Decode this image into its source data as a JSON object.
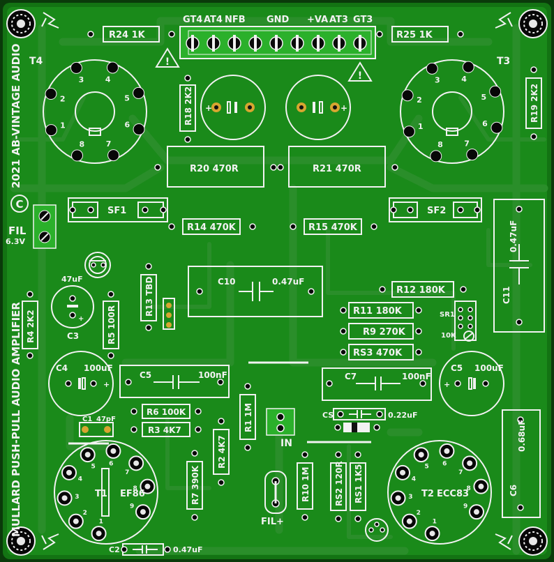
{
  "board": {
    "colors": {
      "substrate": "#137313",
      "fill": "#1a8a1a",
      "trace": "#2a8e2a",
      "silk": "#f2f2f2",
      "pad": "#070707",
      "gold": "#d7a530",
      "edge": "#0a3a0a"
    },
    "side_title": "MULLARD PUSH-PULL AUDIO AMPLIFIER",
    "side_credit": "2021 AB-VINTAGE AUDIO",
    "copyright_symbol": "C"
  },
  "connector_top": {
    "labels": [
      "GT4",
      "AT4",
      "NFB",
      "GND",
      "+VA",
      "AT3",
      "GT3"
    ]
  },
  "tubes": {
    "T4": {
      "ref": "T4",
      "pins": [
        "1",
        "2",
        "3",
        "4",
        "5",
        "6",
        "7",
        "8"
      ]
    },
    "T3": {
      "ref": "T3",
      "pins": [
        "2",
        "3",
        "4",
        "5",
        "6",
        "7",
        "8",
        "1"
      ]
    },
    "T1": {
      "ref": "T1",
      "part": "EF86",
      "pins": [
        "1",
        "2",
        "3",
        "4",
        "5",
        "6",
        "7",
        "8",
        "9"
      ]
    },
    "T2": {
      "ref": "T2",
      "part": "ECC83",
      "pins": [
        "1",
        "2",
        "3",
        "4",
        "5",
        "6",
        "7",
        "8",
        "9"
      ]
    }
  },
  "resistors": {
    "R24": "R24  1K",
    "R25": "R25  1K",
    "R18": "R18 2K2",
    "R19": "R19 2K2",
    "R20": "R20 470R",
    "R21": "R21 470R",
    "R14": "R14 470K",
    "R15": "R15 470K",
    "R13": "R13 TBD",
    "R12": "R12 180K",
    "R11": "R11 180K",
    "R9": "R9   270K",
    "RS3": "RS3 470K",
    "R4": "R4 2K2",
    "R5": "R5 100R",
    "R6": "R6   100K",
    "R3": "R3   4K7",
    "R1": "R1  1M",
    "R2": "R2  4K7",
    "R7": "R7 390K",
    "R10": "R10 1M",
    "RS2": "RS2 120R",
    "RS1": "RS1 1K5"
  },
  "fuses": {
    "SF1": "SF1",
    "SF2": "SF2"
  },
  "capacitors": {
    "C10_ref": "C10",
    "C10_val": "0.47uF",
    "C11_ref": "C11",
    "C11_val": "0.47uF",
    "C3_ref": "C3",
    "C3_val": "47uF",
    "C4_ref": "C4",
    "C4_val": "100uF",
    "C5L_ref": "C5",
    "C5L_val": "100nF",
    "C7_ref": "C7",
    "C7_val": "100nF",
    "C5R_ref": "C5",
    "C5R_val": "100uF",
    "C1_ref": "C1",
    "C1_val": "47pF",
    "CS_ref": "CS",
    "CS_val": "0.22uF",
    "C6_ref": "C6",
    "C6_val": "0.68uF",
    "C2_ref": "C2",
    "C2_val": "0.47uF"
  },
  "misc": {
    "fil_top": "FIL",
    "fil_volt": "6.3V",
    "fil_plus": "FIL+",
    "in": "IN",
    "sr1": "SR1",
    "sr1_val": "10K"
  }
}
